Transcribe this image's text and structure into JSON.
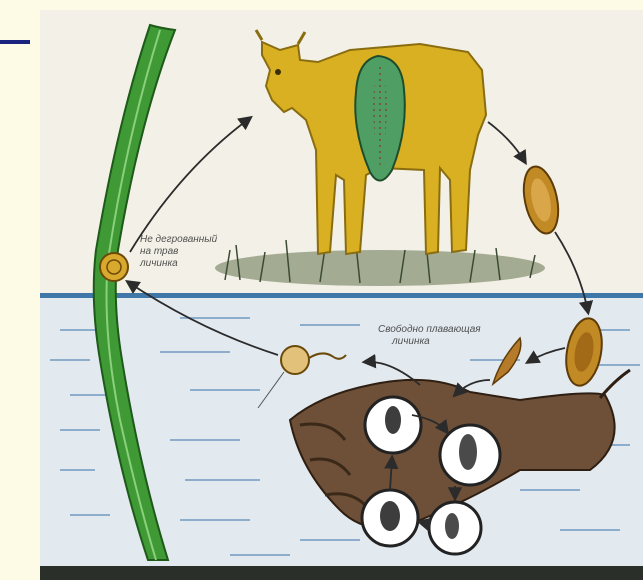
{
  "labels": {
    "grass_line1": "Не дегрованный",
    "grass_line2": "на трав",
    "grass_line3": "личинка",
    "free_line1": "Свободно плавающая",
    "free_line2": "личинка"
  },
  "colors": {
    "background": "#fdfbe6",
    "water": "#dfe6ec",
    "water_surface": "#3f78a8",
    "grass": "#3f9a36",
    "cow": "#d9b022",
    "liver": "#4a9a5a",
    "egg": "#c18a25",
    "snail": "#6e5038",
    "arrow": "#2b2b2b"
  }
}
